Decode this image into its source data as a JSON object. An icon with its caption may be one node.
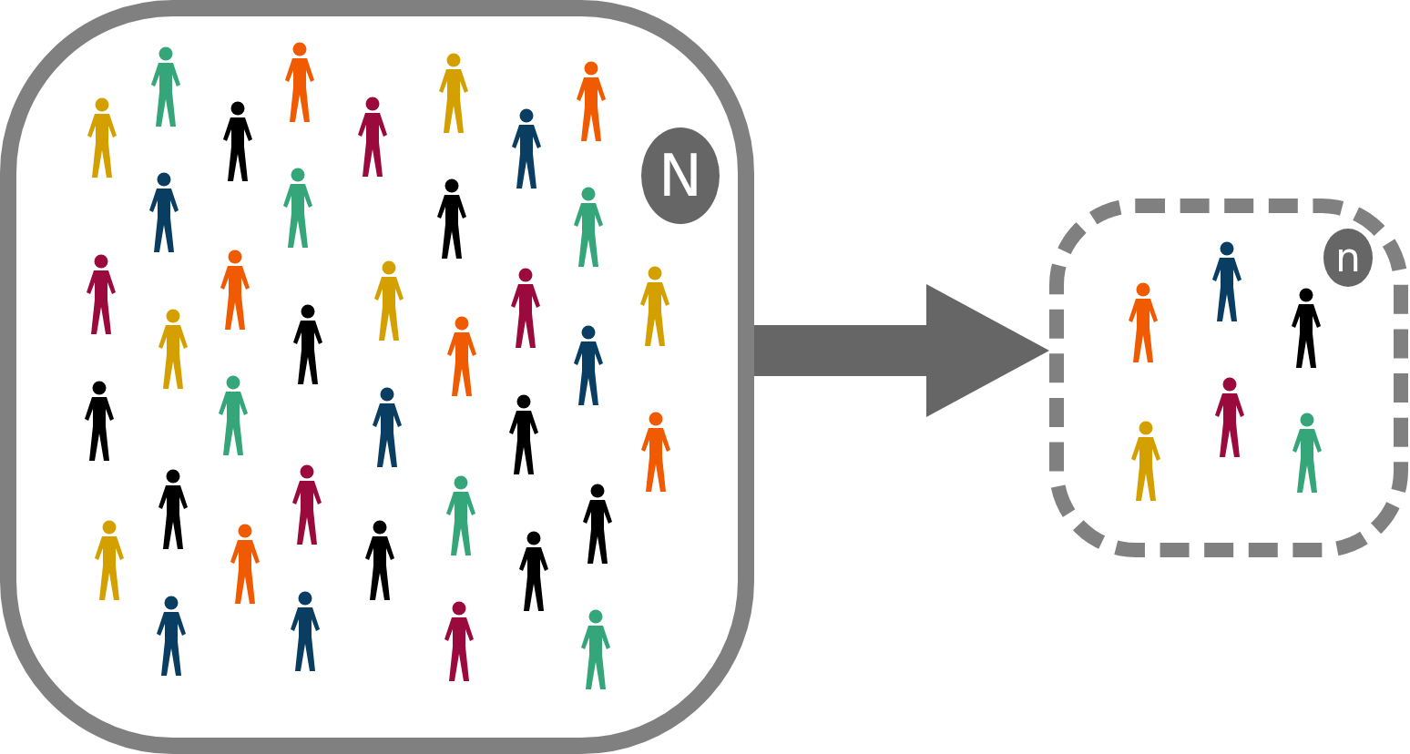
{
  "diagram": {
    "nodes": [
      {
        "text": [],
        "shape": "box"
      },
      {
        "text": [
          "N"
        ],
        "in": 0
      },
      {
        "text": [],
        "shape": "box"
      },
      {
        "text": [
          "n"
        ],
        "in": 2
      }
    ],
    "edges": [
      {
        "from": 0,
        "to": 2,
        "arrow": "to"
      }
    ]
  }
}
